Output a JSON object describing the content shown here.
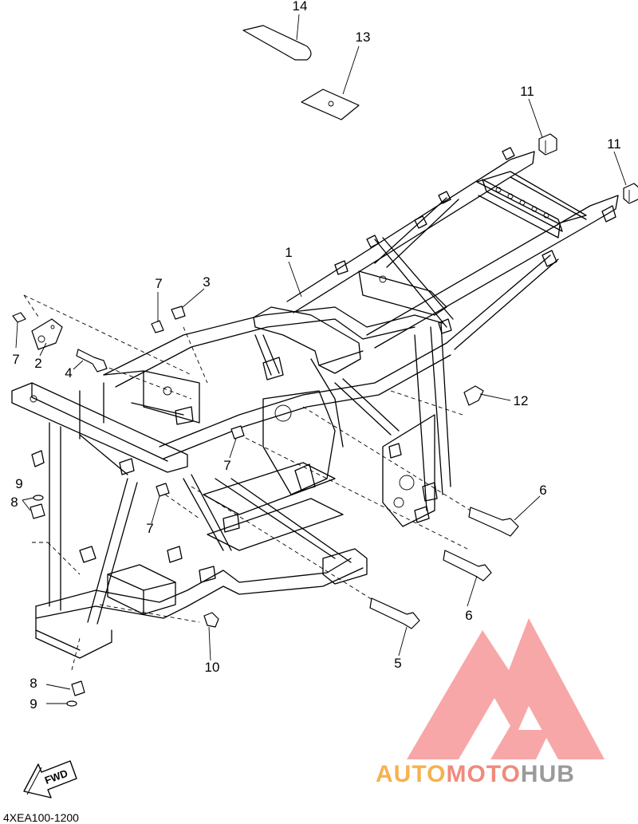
{
  "diagram": {
    "callouts": [
      {
        "id": "c1",
        "label": "1"
      },
      {
        "id": "c2",
        "label": "2"
      },
      {
        "id": "c3",
        "label": "3"
      },
      {
        "id": "c4",
        "label": "4"
      },
      {
        "id": "c5",
        "label": "5"
      },
      {
        "id": "c6a",
        "label": "6"
      },
      {
        "id": "c6b",
        "label": "6"
      },
      {
        "id": "c7a",
        "label": "7"
      },
      {
        "id": "c7b",
        "label": "7"
      },
      {
        "id": "c7c",
        "label": "7"
      },
      {
        "id": "c7d",
        "label": "7"
      },
      {
        "id": "c8a",
        "label": "8"
      },
      {
        "id": "c8b",
        "label": "8"
      },
      {
        "id": "c9a",
        "label": "9"
      },
      {
        "id": "c9b",
        "label": "9"
      },
      {
        "id": "c10",
        "label": "10"
      },
      {
        "id": "c11a",
        "label": "11"
      },
      {
        "id": "c11b",
        "label": "11"
      },
      {
        "id": "c12",
        "label": "12"
      },
      {
        "id": "c13",
        "label": "13"
      },
      {
        "id": "c14",
        "label": "14"
      }
    ],
    "direction_label": "FWD",
    "diagram_code": "4XEA100-1200"
  },
  "watermark": {
    "text_a": "AUTO",
    "text_b": "MOTO",
    "text_c": "HUB",
    "color_a": "#f5b24f",
    "color_b": "#f08a7d",
    "color_c": "#9a9a9a",
    "logo_color": "#f7a3a3"
  }
}
